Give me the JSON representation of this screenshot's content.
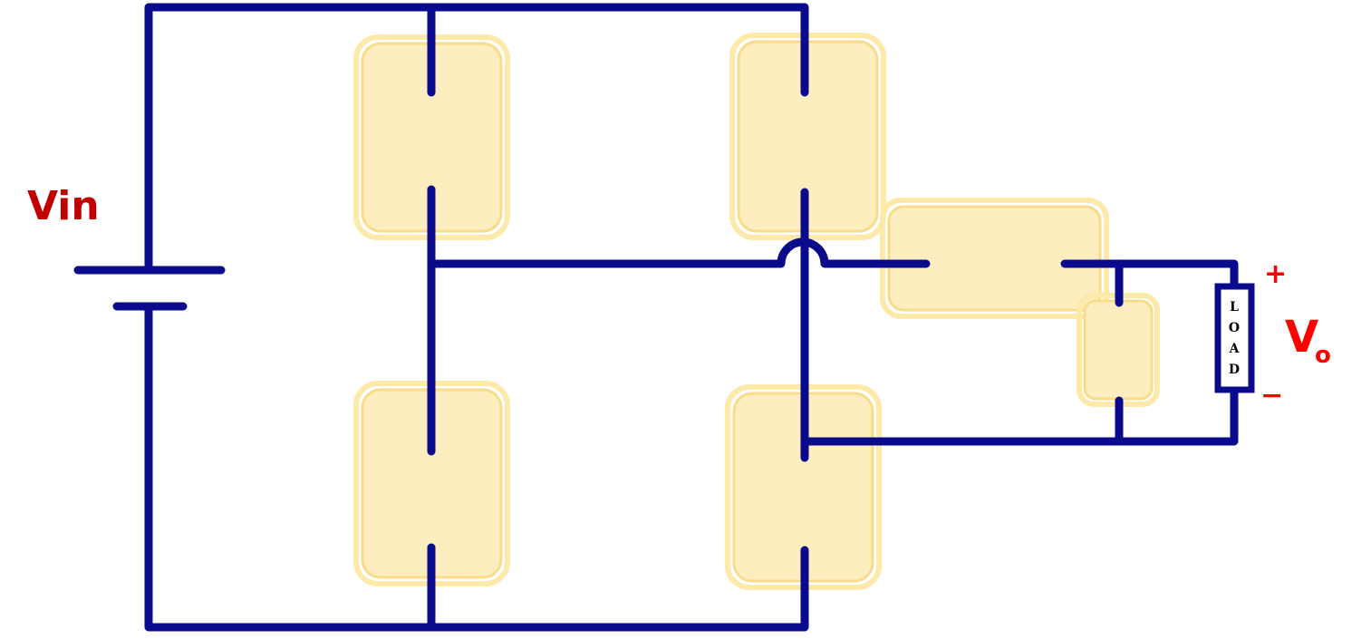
{
  "labels": {
    "vin": "Vin",
    "vo_main": "V",
    "vo_sub": "o",
    "plus": "+",
    "minus": "−",
    "load_letters": [
      "L",
      "O",
      "A",
      "D"
    ]
  },
  "colors": {
    "wire": "#0a0a8c",
    "placeholder_fill": "#fdedbf",
    "placeholder_border": "#f9dc8a",
    "vin_text": "#c00000",
    "vo_text": "#ff0000"
  }
}
